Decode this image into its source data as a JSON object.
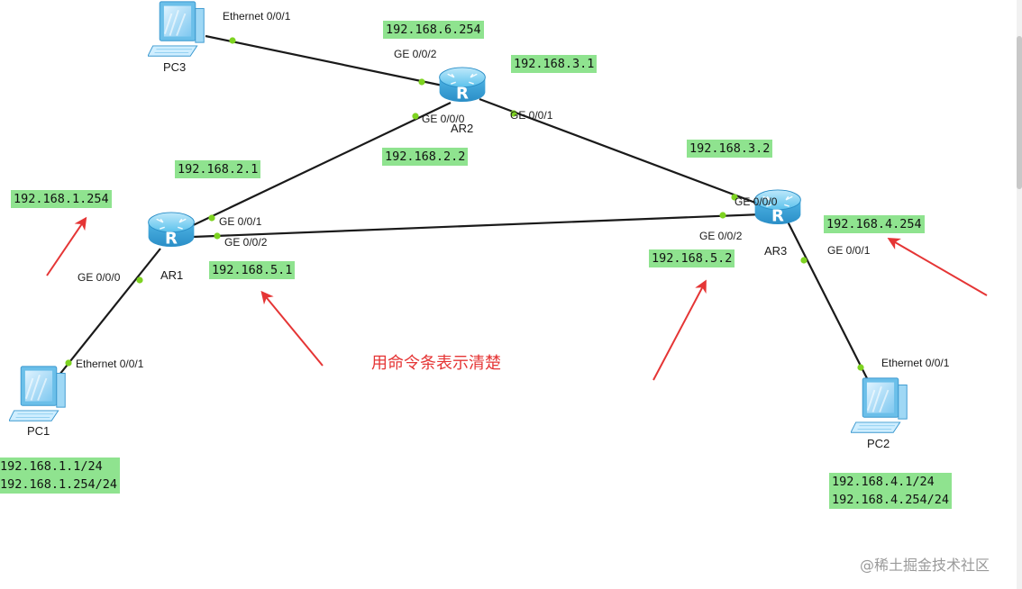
{
  "nodes": {
    "pc1": {
      "label": "PC1"
    },
    "pc2": {
      "label": "PC2"
    },
    "pc3": {
      "label": "PC3"
    },
    "ar1": {
      "label": "AR1"
    },
    "ar2": {
      "label": "AR2"
    },
    "ar3": {
      "label": "AR3"
    }
  },
  "ports": {
    "pc3_eth": "Ethernet 0/0/1",
    "ar2_ge002": "GE 0/0/2",
    "ar2_ge000": "GE 0/0/0",
    "ar2_ge001": "GE 0/0/1",
    "ar1_ge001": "GE 0/0/1",
    "ar1_ge002": "GE 0/0/2",
    "ar1_ge000": "GE 0/0/0",
    "pc1_eth": "Ethernet 0/0/1",
    "ar3_ge000": "GE 0/0/0",
    "ar3_ge002": "GE 0/0/2",
    "ar3_ge001": "GE 0/0/1",
    "pc2_eth": "Ethernet 0/0/1"
  },
  "ips": {
    "ar2_ge002": "192.168.6.254",
    "ar2_ge001": "192.168.3.1",
    "ar3_ge000": "192.168.3.2",
    "ar1_ge001": "192.168.2.1",
    "ar2_ge000": "192.168.2.2",
    "ar1_ge000": "192.168.1.254",
    "ar3_ge001": "192.168.4.254",
    "ar1_ge002": "192.168.5.1",
    "ar3_ge002": "192.168.5.2",
    "pc1_ip": "192.168.1.1/24",
    "pc1_gw": "192.168.1.254/24",
    "pc2_ip": "192.168.4.1/24",
    "pc2_gw": "192.168.4.254/24"
  },
  "note": "用命令条表示清楚",
  "watermark": "@稀土掘金技术社区",
  "colors": {
    "link": "#1a1a1a",
    "port_dot": "#7ed321",
    "ip_tag": "#8fe38f",
    "arrow": "#e53535",
    "router": "#3ba4dc"
  }
}
